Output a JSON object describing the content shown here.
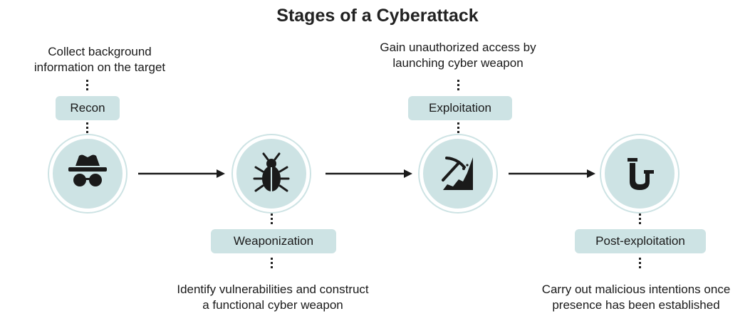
{
  "title": "Stages of a Cyberattack",
  "stages": [
    {
      "label": "Recon",
      "description": [
        "Collect background",
        "information on the target"
      ],
      "icon": "spy-icon"
    },
    {
      "label": "Weaponization",
      "description": [
        "Identify vulnerabilities and construct",
        "a functional cyber weapon"
      ],
      "icon": "bug-icon"
    },
    {
      "label": "Exploitation",
      "description": [
        "Gain unauthorized access by",
        "launching cyber weapon"
      ],
      "icon": "pickaxe-rock-icon"
    },
    {
      "label": "Post-exploitation",
      "description": [
        "Carry out malicious intentions once",
        "presence has been established"
      ],
      "icon": "pipe-icon"
    }
  ],
  "colors": {
    "node_fill": "#cde3e4",
    "icon": "#1a1a1a",
    "text": "#1a1a1a"
  }
}
